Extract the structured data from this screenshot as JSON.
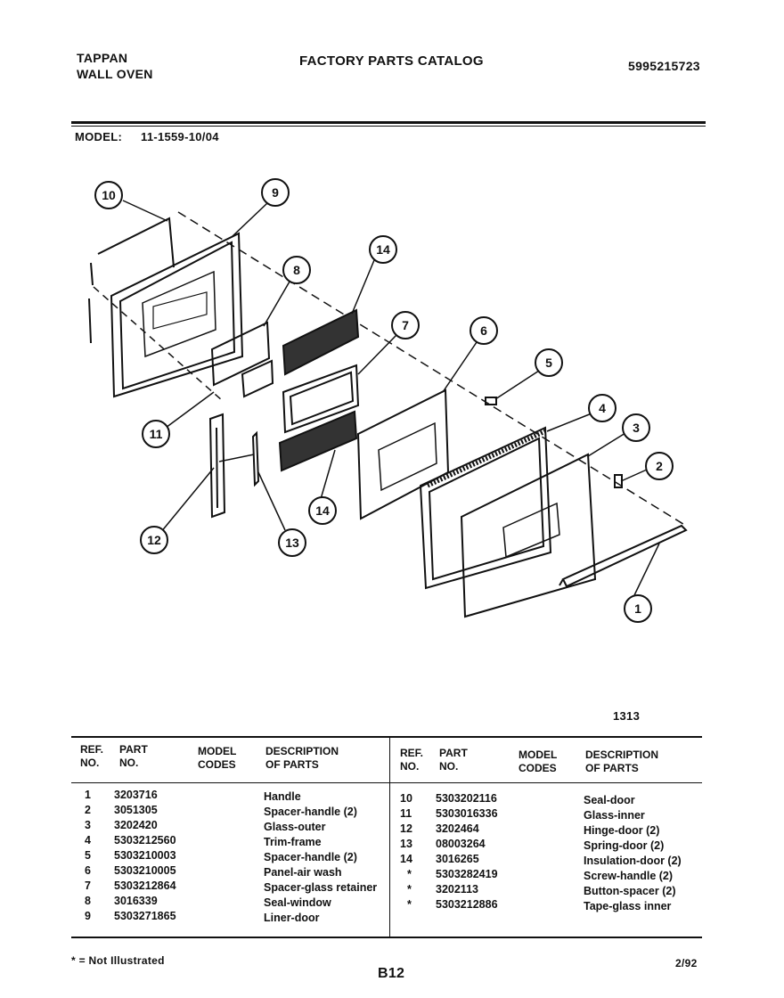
{
  "header": {
    "brand": "TAPPAN",
    "product": "WALL OVEN",
    "catalog_title": "FACTORY PARTS CATALOG",
    "catalog_number": "5995215723",
    "model_label": "MODEL:",
    "model_number": "11-1559-10/04"
  },
  "diagram": {
    "code": "1313",
    "callouts": [
      "10",
      "9",
      "8",
      "14",
      "7",
      "6",
      "5",
      "4",
      "3",
      "2",
      "1",
      "11",
      "12",
      "13",
      "14"
    ]
  },
  "table": {
    "headers": {
      "ref_line1": "REF.",
      "ref_line2": "NO.",
      "part_line1": "PART",
      "part_line2": "NO.",
      "model_line1": "MODEL",
      "model_line2": "CODES",
      "desc_line1": "DESCRIPTION",
      "desc_line2": "OF PARTS"
    },
    "left_rows": [
      {
        "ref": "1",
        "part": "3203716",
        "model": "",
        "desc": "Handle"
      },
      {
        "ref": "2",
        "part": "3051305",
        "model": "",
        "desc": "Spacer-handle (2)"
      },
      {
        "ref": "3",
        "part": "3202420",
        "model": "",
        "desc": "Glass-outer"
      },
      {
        "ref": "4",
        "part": "5303212560",
        "model": "",
        "desc": "Trim-frame"
      },
      {
        "ref": "5",
        "part": "5303210003",
        "model": "",
        "desc": "Spacer-handle (2)"
      },
      {
        "ref": "6",
        "part": "5303210005",
        "model": "",
        "desc": "Panel-air wash"
      },
      {
        "ref": "7",
        "part": "5303212864",
        "model": "",
        "desc": "Spacer-glass retainer"
      },
      {
        "ref": "8",
        "part": "3016339",
        "model": "",
        "desc": "Seal-window"
      },
      {
        "ref": "9",
        "part": "5303271865",
        "model": "",
        "desc": "Liner-door"
      }
    ],
    "right_rows": [
      {
        "ref": "10",
        "part": "5303202116",
        "model": "",
        "desc": "Seal-door"
      },
      {
        "ref": "11",
        "part": "5303016336",
        "model": "",
        "desc": "Glass-inner"
      },
      {
        "ref": "12",
        "part": "3202464",
        "model": "",
        "desc": "Hinge-door (2)"
      },
      {
        "ref": "13",
        "part": "08003264",
        "model": "",
        "desc": "Spring-door (2)"
      },
      {
        "ref": "14",
        "part": "3016265",
        "model": "",
        "desc": "Insulation-door (2)"
      },
      {
        "ref": "*",
        "part": "5303282419",
        "model": "",
        "desc": "Screw-handle (2)"
      },
      {
        "ref": "*",
        "part": "3202113",
        "model": "",
        "desc": "Button-spacer (2)"
      },
      {
        "ref": "*",
        "part": "5303212886",
        "model": "",
        "desc": "Tape-glass inner"
      }
    ]
  },
  "footer": {
    "note": "* = Not Illustrated",
    "page": "B12",
    "date": "2/92"
  }
}
